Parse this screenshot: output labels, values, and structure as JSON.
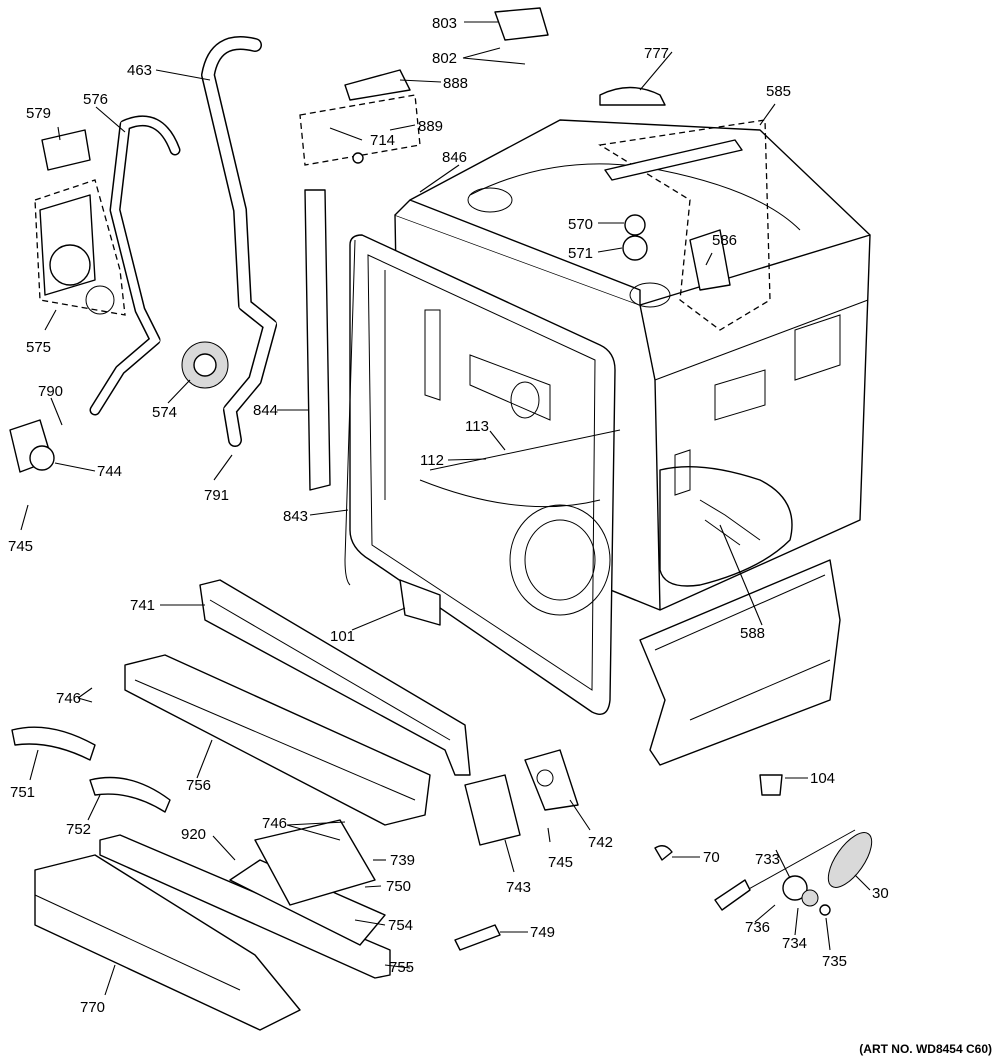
{
  "callouts": [
    "803",
    "802",
    "777",
    "463",
    "888",
    "576",
    "579",
    "889",
    "714",
    "585",
    "846",
    "570",
    "571",
    "586",
    "575",
    "844",
    "574",
    "790",
    "744",
    "791",
    "843",
    "113",
    "112",
    "745",
    "741",
    "101",
    "588",
    "746",
    "104",
    "751",
    "756",
    "742",
    "745",
    "752",
    "920",
    "746",
    "739",
    "70",
    "733",
    "750",
    "743",
    "30",
    "754",
    "749",
    "736",
    "734",
    "735",
    "770",
    "755"
  ],
  "art_no": "(ART NO. WD8454 C60)"
}
